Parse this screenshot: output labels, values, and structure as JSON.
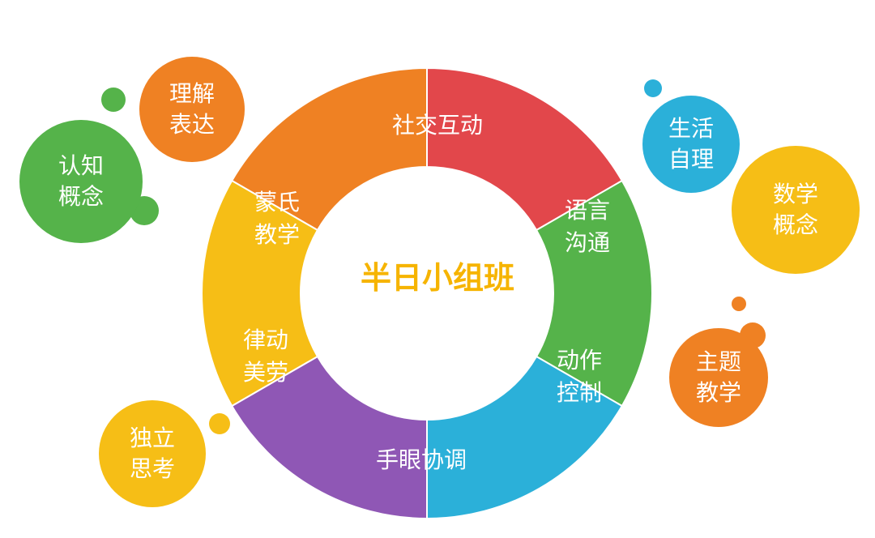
{
  "center": {
    "title": "半日小组班"
  },
  "ring_segments": [
    {
      "label": "社交互动",
      "color": "#ef8123"
    },
    {
      "label": "语言\n沟通",
      "color": "#e2474b"
    },
    {
      "label": "动作\n控制",
      "color": "#55b34a"
    },
    {
      "label": "手眼协调",
      "color": "#2bb0d9"
    },
    {
      "label": "律动\n美劳",
      "color": "#8f57b5"
    },
    {
      "label": "蒙氏\n教学",
      "color": "#f6be16"
    }
  ],
  "bubbles": [
    {
      "label": "理解\n表达",
      "color": "#ef8123"
    },
    {
      "label": "认知\n概念",
      "color": "#55b34a"
    },
    {
      "label": "生活\n自理",
      "color": "#2bb0d9"
    },
    {
      "label": "数学\n概念",
      "color": "#f6be16"
    },
    {
      "label": "主题\n教学",
      "color": "#ef8123"
    },
    {
      "label": "独立\n思考",
      "color": "#f6be16"
    }
  ]
}
